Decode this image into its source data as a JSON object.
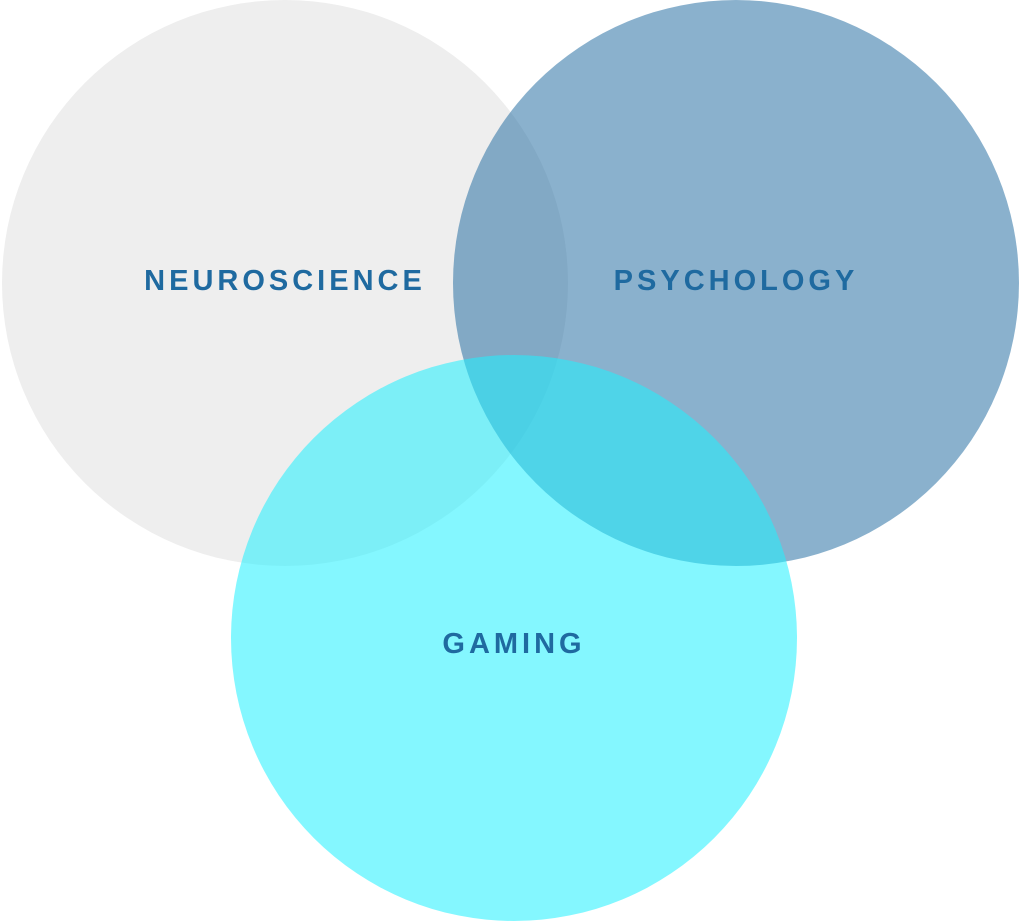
{
  "diagram": {
    "type": "venn",
    "sets": [
      {
        "id": "neuroscience",
        "label": "NEUROSCIENCE",
        "color": "#eeeeee",
        "opacity": 1.0
      },
      {
        "id": "psychology",
        "label": "PSYCHOLOGY",
        "color": "#1f6aa0",
        "opacity": 0.52
      },
      {
        "id": "gaming",
        "label": "GAMING",
        "color": "#1ff0ff",
        "opacity": 0.55
      }
    ],
    "label_color": "#1f6aa0",
    "background": "#ffffff"
  }
}
